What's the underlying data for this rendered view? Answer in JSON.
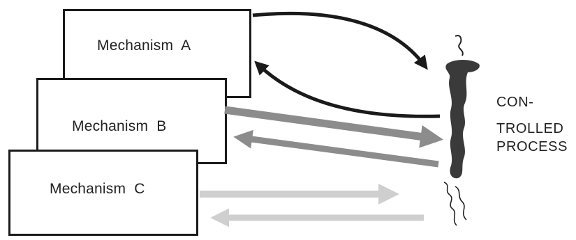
{
  "mechanisms": [
    {
      "label": "Mechanism  A"
    },
    {
      "label": "Mechanism  B"
    },
    {
      "label": "Mechanism  C"
    }
  ],
  "process": {
    "line1": "CON-",
    "line2": "TROLLED",
    "line3": "PROCESS"
  },
  "colors": {
    "box_border": "#1a1a1a",
    "arrow_a": "#1a1a1a",
    "arrow_b": "#8c8c8c",
    "arrow_c": "#cfcfcf",
    "process_blob": "#3a3a3a"
  }
}
